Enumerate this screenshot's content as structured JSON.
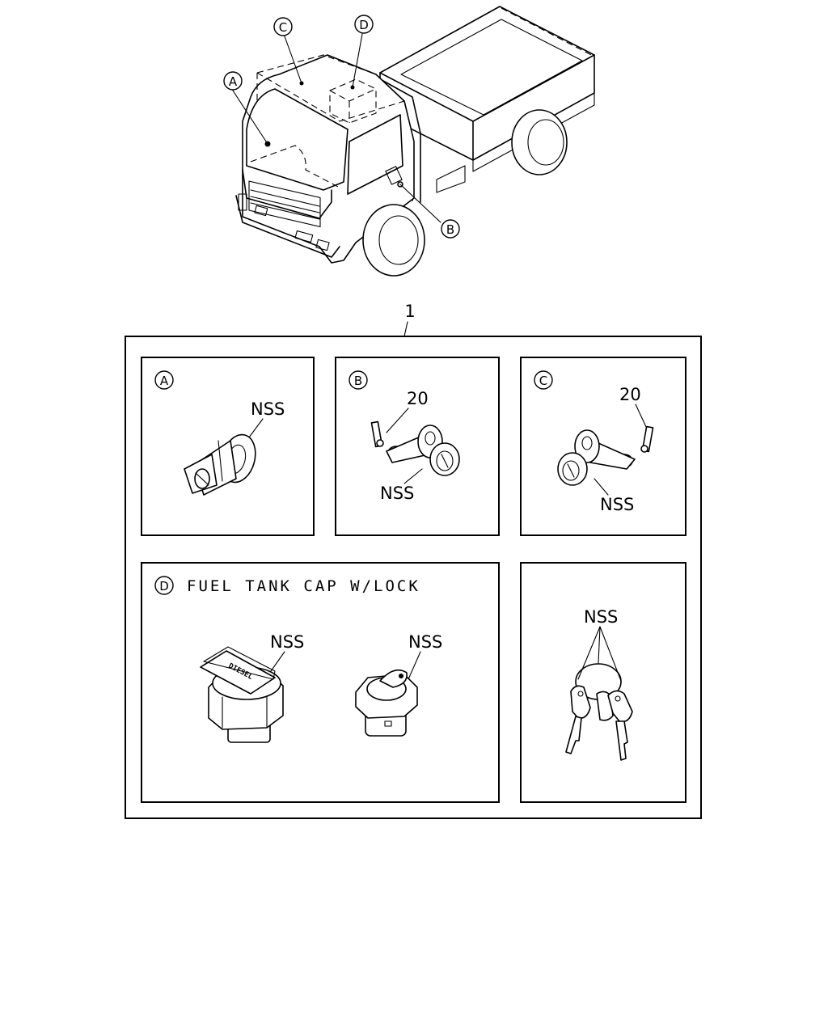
{
  "callouts": {
    "truck": {
      "a": "A",
      "b": "B",
      "c": "C",
      "d": "D"
    },
    "assembly_no": "1"
  },
  "panels": {
    "a": {
      "letter": "A",
      "nss": "NSS"
    },
    "b": {
      "letter": "B",
      "part_no": "20",
      "nss": "NSS"
    },
    "c": {
      "letter": "C",
      "part_no": "20",
      "nss": "NSS"
    },
    "d": {
      "letter": "D",
      "title": "FUEL TANK CAP W/LOCK",
      "nss_left": "NSS",
      "nss_right": "NSS",
      "cap_text": "DIESEL"
    },
    "keys": {
      "nss": "NSS"
    }
  }
}
